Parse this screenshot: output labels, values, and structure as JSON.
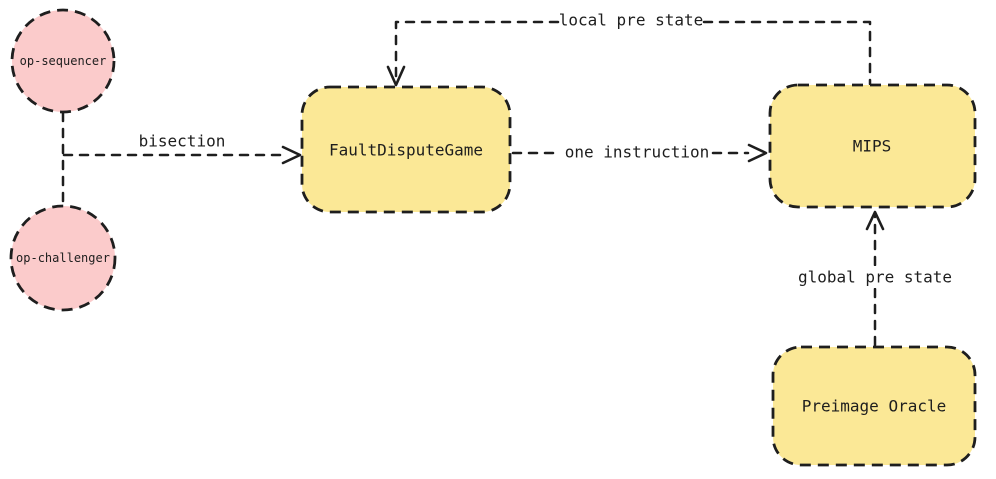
{
  "diagram": {
    "background": "#ffffff",
    "stroke_color": "#1e1e1e",
    "nodes": {
      "op_sequencer": {
        "label": "op-sequencer",
        "fill": "#fbcbcb",
        "shape": "circle"
      },
      "op_challenger": {
        "label": "op-challenger",
        "fill": "#fbcbcb",
        "shape": "circle"
      },
      "fault_dispute_game": {
        "label": "FaultDisputeGame",
        "fill": "#fbe896",
        "shape": "rounded-rect"
      },
      "mips": {
        "label": "MIPS",
        "fill": "#fbe896",
        "shape": "rounded-rect"
      },
      "preimage_oracle": {
        "label": "Preimage Oracle",
        "fill": "#fbe896",
        "shape": "rounded-rect"
      }
    },
    "edges": {
      "bisection": {
        "label": "bisection",
        "from": "op-sequencer/op-challenger",
        "to": "FaultDisputeGame"
      },
      "one_instruction": {
        "label": "one instruction",
        "from": "FaultDisputeGame",
        "to": "MIPS"
      },
      "local_pre_state": {
        "label": "local pre state",
        "from": "MIPS",
        "to": "FaultDisputeGame"
      },
      "global_pre_state": {
        "label": "global pre state",
        "from": "Preimage Oracle",
        "to": "MIPS"
      }
    }
  }
}
